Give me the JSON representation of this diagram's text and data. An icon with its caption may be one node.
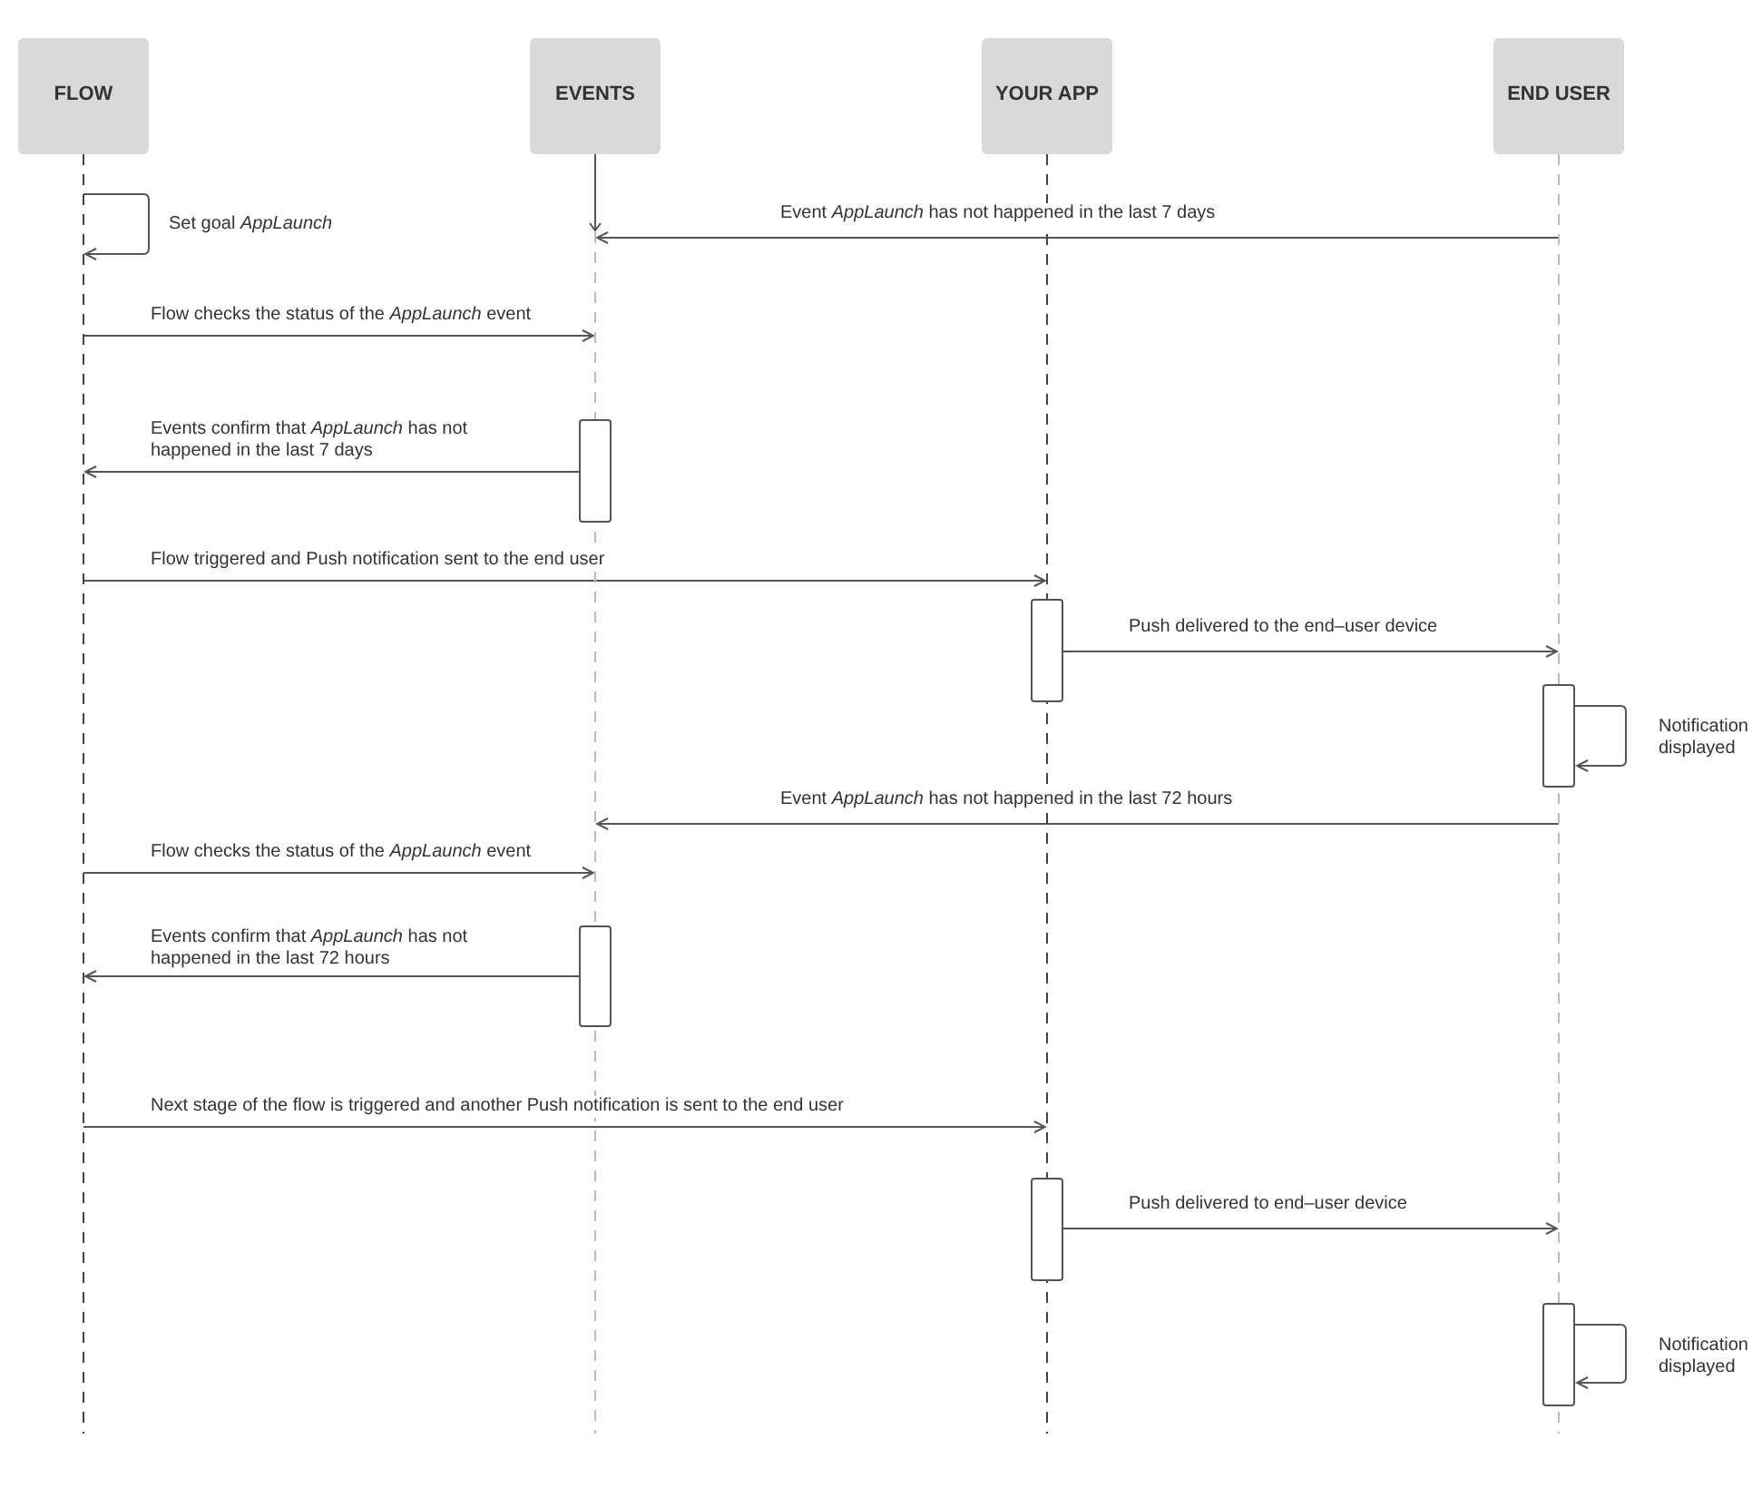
{
  "diagram": {
    "nodes": [
      {
        "text": [
          "FLOW"
        ]
      },
      {
        "text": [
          "EVENTS"
        ]
      },
      {
        "text": [
          "YOUR APP"
        ]
      },
      {
        "text": [
          "END USER"
        ]
      },
      {
        "text": [],
        "shape": "bar",
        "in": 1
      },
      {
        "text": [],
        "shape": "bar",
        "in": 2
      },
      {
        "text": [],
        "shape": "bar",
        "in": 3
      },
      {
        "text": [],
        "shape": "bar",
        "in": 1
      },
      {
        "text": [],
        "shape": "bar",
        "in": 2
      },
      {
        "text": [],
        "shape": "bar",
        "in": 3
      }
    ],
    "edges": [
      {
        "from": 0,
        "to": 0,
        "arrow": "to",
        "label": "Set goal *AppLaunch*"
      },
      {
        "from": 3,
        "to": 1,
        "arrow": "to",
        "label": "Event *AppLaunch* has not happened in the last 7 days"
      },
      {
        "from": 0,
        "to": 1,
        "arrow": "to",
        "label": "Flow checks the status of the *AppLaunch* event"
      },
      {
        "from": 4,
        "to": 0,
        "arrow": "to",
        "label": "Events confirm that *AppLaunch* has not happened in the last 7 days"
      },
      {
        "from": 0,
        "to": 5,
        "arrow": "to",
        "label": "Flow triggered and Push notification sent to the end user"
      },
      {
        "from": 5,
        "to": 6,
        "arrow": "to",
        "label": "Push delivered to the end–user device"
      },
      {
        "from": 6,
        "to": 6,
        "arrow": "to",
        "label": "Notification displayed"
      },
      {
        "from": 6,
        "to": 1,
        "arrow": "to",
        "label": "Event *AppLaunch* has not happened in the last 72 hours"
      },
      {
        "from": 0,
        "to": 7,
        "arrow": "to",
        "label": "Flow checks the status of the *AppLaunch* event"
      },
      {
        "from": 7,
        "to": 0,
        "arrow": "to",
        "label": "Events confirm that *AppLaunch* has not happened in the last 72 hours"
      },
      {
        "from": 0,
        "to": 8,
        "arrow": "to",
        "label": "Next stage of the flow is triggered and another Push notification is sent to the end user"
      },
      {
        "from": 8,
        "to": 3,
        "arrow": "to",
        "label": "Push delivered to end–user device"
      },
      {
        "from": 9,
        "to": 9,
        "arrow": "to",
        "label": "Notification displayed"
      }
    ]
  }
}
